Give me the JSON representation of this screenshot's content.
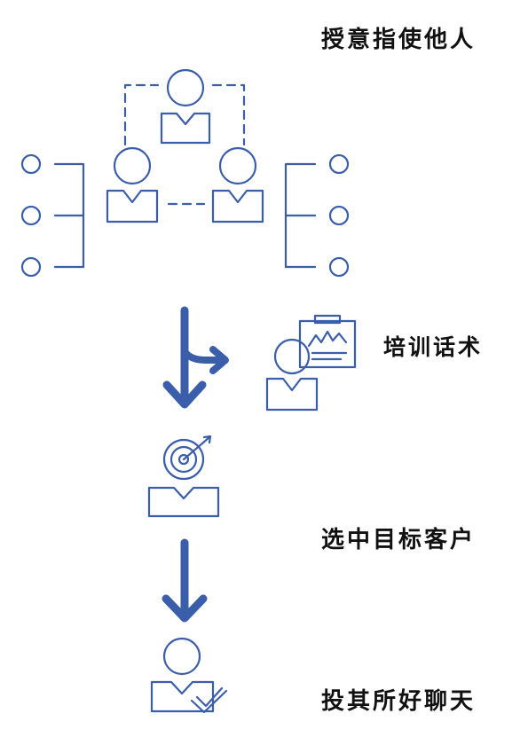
{
  "steps": [
    {
      "label": "授意指使他人"
    },
    {
      "label": "培训话术"
    },
    {
      "label": "选中目标客户"
    },
    {
      "label": "投其所好聊天"
    }
  ],
  "colors": {
    "line": "#3b5eaa",
    "arrow": "#3b5eaa",
    "text": "#111111",
    "background": "#ffffff"
  },
  "icons": [
    "org-hierarchy-icon",
    "person-presentation-icon",
    "person-target-icon",
    "person-checkmark-icon",
    "arrow-down-icon"
  ]
}
